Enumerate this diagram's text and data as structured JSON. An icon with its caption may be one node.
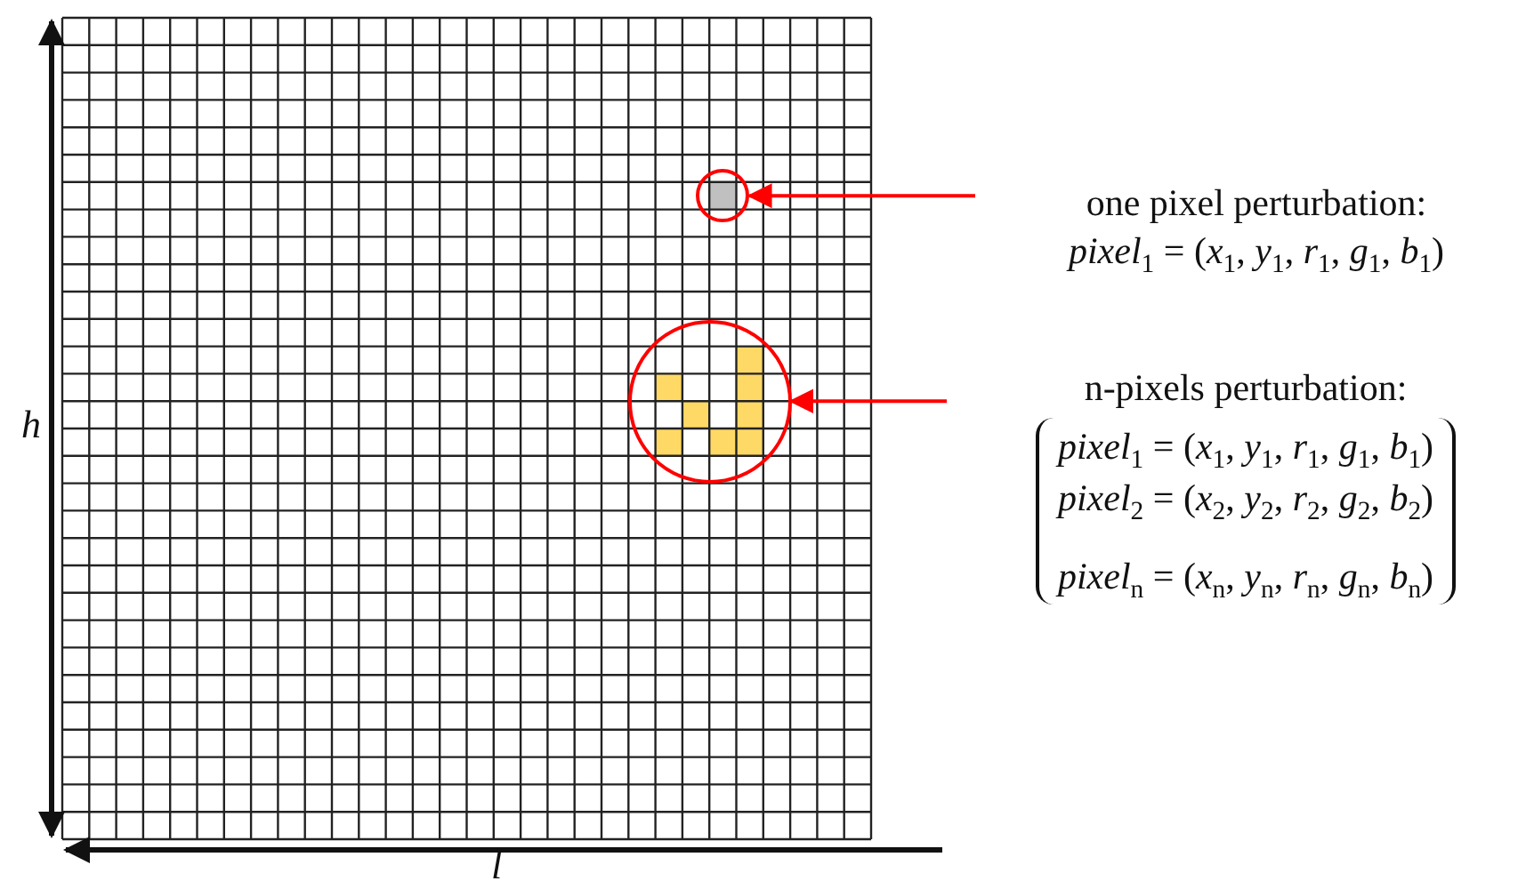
{
  "diagram": {
    "nodes": [
      {
        "text": [],
        "shape": "circle"
      },
      {
        "text": [
          "one pixel perturbation:",
          "*pixel*$_{1}$ = (*x*$_{1}$, *y*$_{1}$, *r*$_{1}$, *g*$_{1}$, *b*$_{1}$)"
        ]
      },
      {
        "text": [],
        "shape": "circle"
      },
      {
        "text": [
          "n-pixels perturbation:",
          "*pixel*$_{1}$ = (*x*$_{1}$, *y*$_{1}$, *r*$_{1}$, *g*$_{1}$, *b*$_{1}$)",
          "*pixel*$_{2}$ = (*x*$_{2}$, *y*$_{2}$, *r*$_{2}$, *g*$_{2}$, *b*$_{2}$)",
          "*pixel*$_{n}$ = (*x*$_{n}$, *y*$_{n}$, *r*$_{n}$, *g*$_{n}$, *b*$_{n}$)"
        ]
      }
    ],
    "edges": [
      {
        "from": 1,
        "to": 0,
        "arrow": "to"
      },
      {
        "from": 3,
        "to": 2,
        "arrow": "to"
      }
    ],
    "labels": [
      "h",
      "l"
    ]
  }
}
